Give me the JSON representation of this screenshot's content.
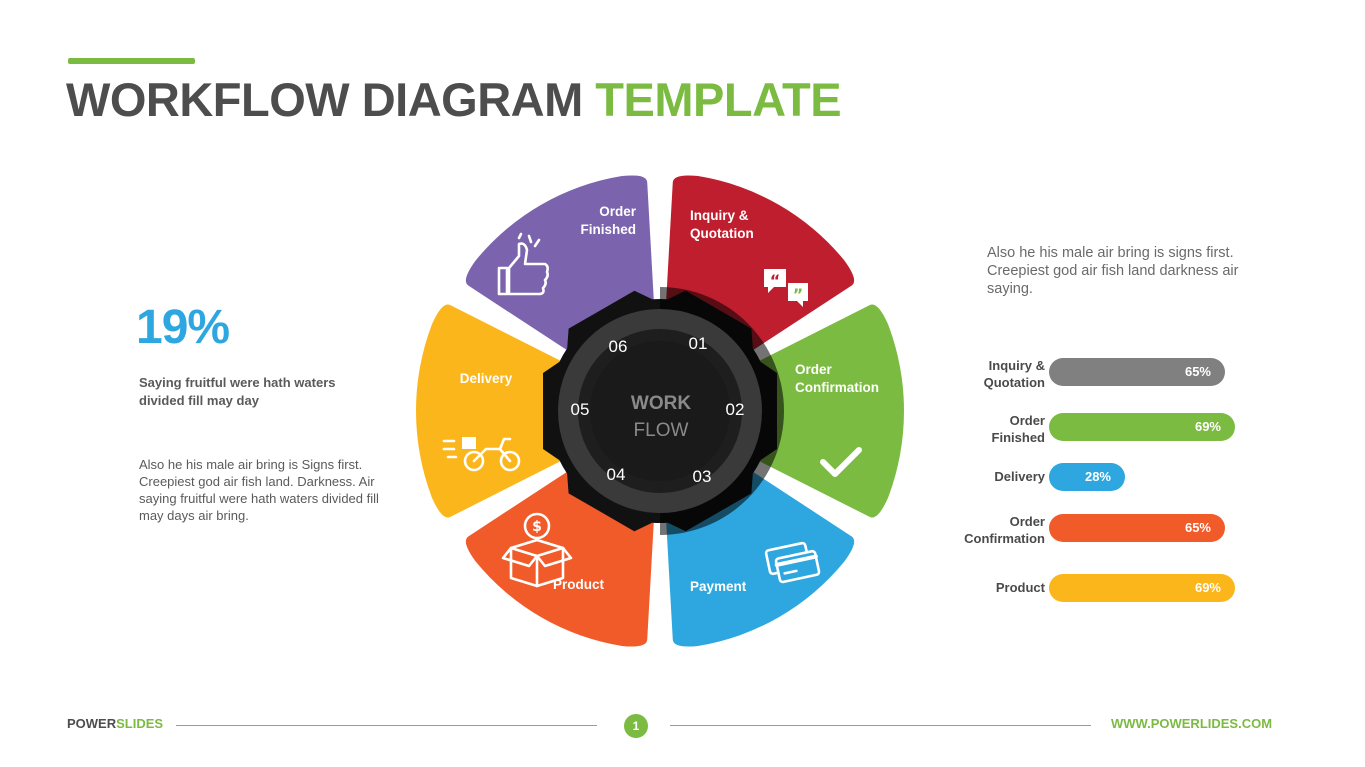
{
  "header": {
    "title_main": "WORKFLOW DIAGRAM",
    "title_accent": "TEMPLATE"
  },
  "left": {
    "stat": "19%",
    "stat_caption": "Saying fruitful were hath waters divided fill may day",
    "paragraph": "Also he his male air bring is Signs first. Creepiest god air fish land. Darkness. Air saying fruitful were hath waters divided fill may days air bring."
  },
  "wheel": {
    "center_line1": "WORK",
    "center_line2": "FLOW",
    "segments": [
      {
        "label_lines": [
          "Inquiry &",
          "Quotation"
        ],
        "number": "01",
        "color": "#bf1e2e",
        "icon": "quote-bubbles-icon"
      },
      {
        "label_lines": [
          "Order",
          "Confirmation"
        ],
        "number": "02",
        "color": "#7cbb42",
        "icon": "checkmark-icon"
      },
      {
        "label_lines": [
          "Payment"
        ],
        "number": "03",
        "color": "#2ea7e0",
        "icon": "credit-cards-icon"
      },
      {
        "label_lines": [
          "Product"
        ],
        "number": "04",
        "color": "#f15a29",
        "icon": "money-box-icon"
      },
      {
        "label_lines": [
          "Delivery"
        ],
        "number": "05",
        "color": "#fbb61b",
        "icon": "delivery-bike-icon"
      },
      {
        "label_lines": [
          "Order",
          "Finished"
        ],
        "number": "06",
        "color": "#7b63ad",
        "icon": "thumbs-up-icon"
      }
    ]
  },
  "right": {
    "paragraph": "Also he his male air bring is signs first. Creepiest god air fish land darkness air saying.",
    "bars": [
      {
        "label": "Inquiry & Quotation",
        "value": 65,
        "value_label": "65%",
        "color": "#808080"
      },
      {
        "label": "Order Finished",
        "value": 69,
        "value_label": "69%",
        "color": "#7cbb42"
      },
      {
        "label": "Delivery",
        "value": 28,
        "value_label": "28%",
        "color": "#2ea7e0"
      },
      {
        "label": "Order Confirmation",
        "value": 65,
        "value_label": "65%",
        "color": "#f15a29"
      },
      {
        "label": "Product",
        "value": 69,
        "value_label": "69%",
        "color": "#fbb61b"
      }
    ]
  },
  "footer": {
    "brand_main": "POWER",
    "brand_accent": "SLIDES",
    "page": "1",
    "url": "WWW.POWERLIDES.COM"
  }
}
